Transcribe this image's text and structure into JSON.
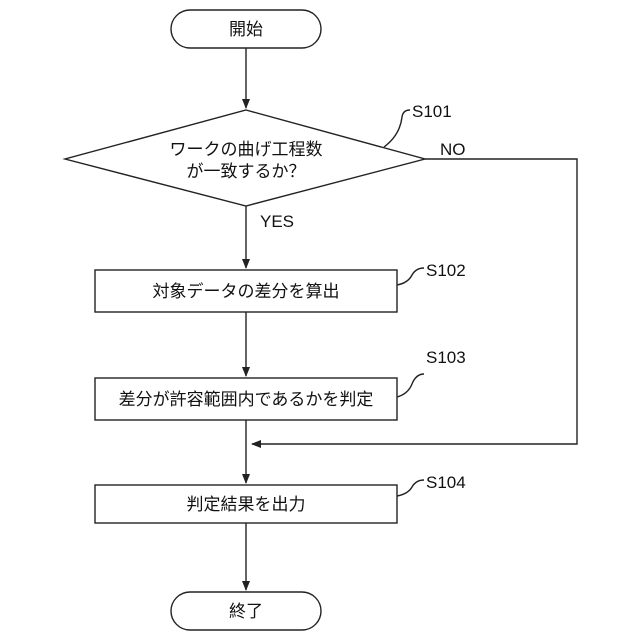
{
  "flowchart": {
    "start": {
      "label": "開始"
    },
    "s101": {
      "step": "S101",
      "question_line1": "ワークの曲げ工程数",
      "question_line2": "が一致するか？",
      "yes_label": "YES",
      "no_label": "NO"
    },
    "s102": {
      "step": "S102",
      "label": "対象データの差分を算出"
    },
    "s103": {
      "step": "S103",
      "label": "差分が許容範囲内であるかを判定"
    },
    "s104": {
      "step": "S104",
      "label": "判定結果を出力"
    },
    "end": {
      "label": "終了"
    }
  },
  "colors": {
    "stroke": "#222222",
    "text": "#111111",
    "background": "#ffffff"
  }
}
